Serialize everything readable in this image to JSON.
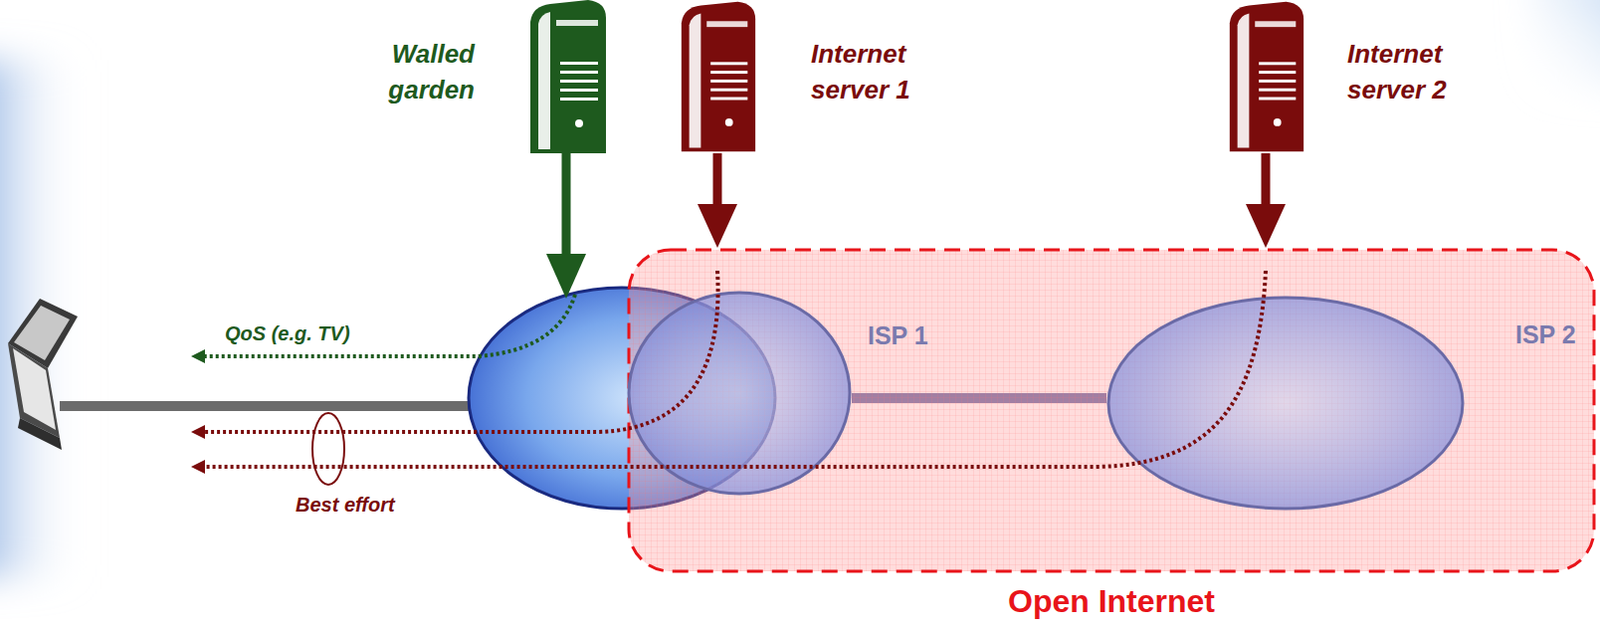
{
  "diagram": {
    "nodes": [
      {
        "text": [
          "Walled garden"
        ]
      },
      {
        "text": [
          "Internet server 1"
        ]
      },
      {
        "text": [
          "Internet server 2"
        ]
      },
      {
        "text": [
          "Open Internet"
        ]
      },
      {
        "text": [
          "ISP 1"
        ],
        "in": 3
      },
      {
        "text": [
          "ISP 2"
        ],
        "in": 3
      }
    ],
    "edges": [
      {
        "from": 1,
        "to": 3,
        "arrow": "to"
      },
      {
        "from": 2,
        "to": 3,
        "arrow": "to"
      },
      {
        "from": 4,
        "to": 5,
        "arrow": "none"
      }
    ],
    "labels": [
      "QoS (e.g. TV)",
      "Best effort"
    ]
  }
}
